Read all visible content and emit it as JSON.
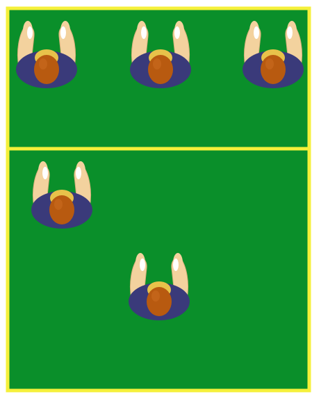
{
  "diagram": {
    "type": "volleyball-court-top-view",
    "colors": {
      "court": "#0a8f2a",
      "boundary": "#f5f03a",
      "jersey": "#3a3a7a",
      "head": "#b85a10",
      "skin": "#f3d29e",
      "hair": "#e8c24a",
      "palm": "#ffffff"
    },
    "zones": [
      {
        "name": "front-zone",
        "players": 3
      },
      {
        "name": "back-zone",
        "players": 2
      }
    ],
    "players": [
      {
        "name": "player-front-left",
        "zone": "front-zone",
        "formation": "front-row",
        "slot": "left"
      },
      {
        "name": "player-front-center",
        "zone": "front-zone",
        "formation": "front-row",
        "slot": "center"
      },
      {
        "name": "player-front-right",
        "zone": "front-zone",
        "formation": "front-row",
        "slot": "right"
      },
      {
        "name": "player-back-left",
        "zone": "back-zone",
        "formation": "back-row",
        "slot": "left"
      },
      {
        "name": "player-back-center",
        "zone": "back-zone",
        "formation": "back-row",
        "slot": "center"
      }
    ]
  }
}
